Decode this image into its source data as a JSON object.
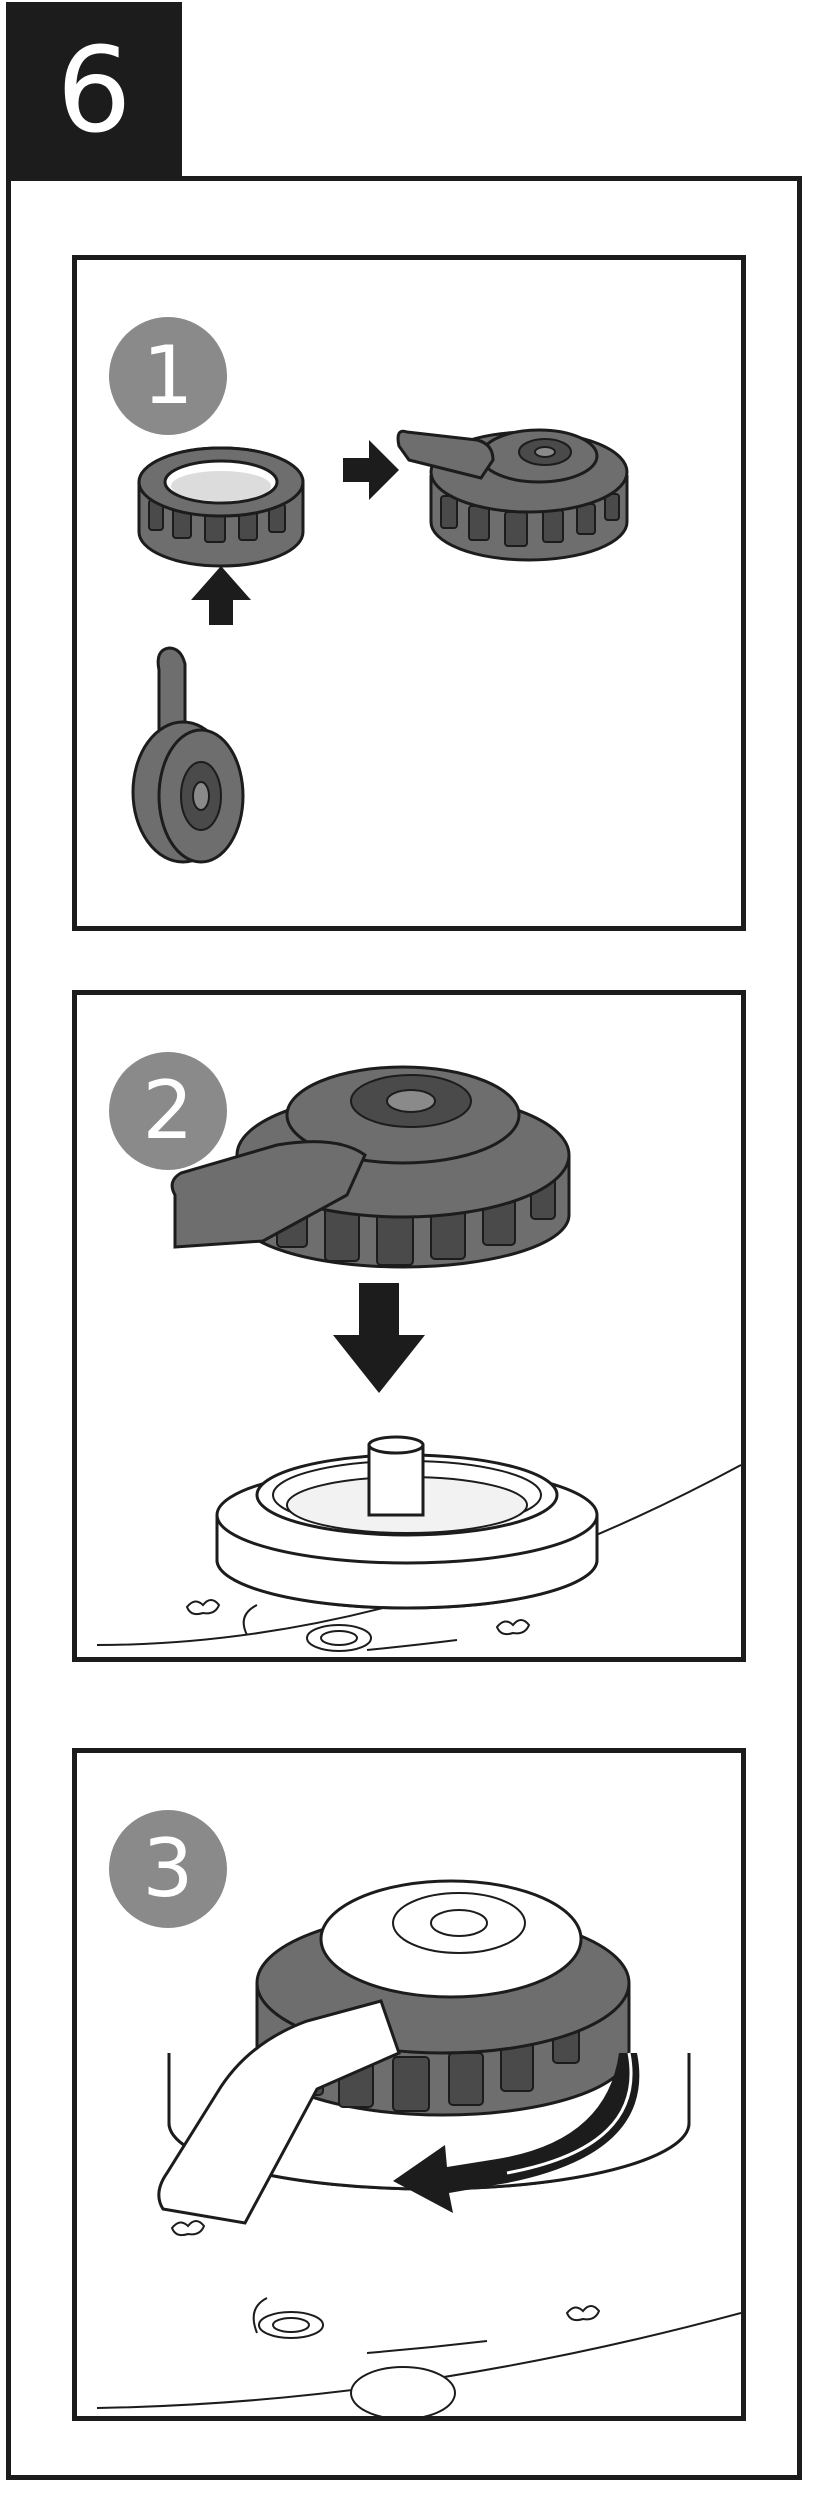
{
  "step": {
    "number": "6"
  },
  "panels": [
    {
      "number": "1"
    },
    {
      "number": "2"
    },
    {
      "number": "3"
    }
  ],
  "colors": {
    "frame": "#1c1c1c",
    "badge": "#8a8a8a",
    "part_dark": "#6e6e6e",
    "part_shadow": "#4a4a4a",
    "line": "#1c1c1c",
    "arrow": "#1c1c1c"
  },
  "icons": {
    "arrow_right": "arrow-right-icon",
    "arrow_up": "arrow-up-icon",
    "arrow_down": "arrow-down-icon",
    "arrow_rotate": "curved-arrow-icon",
    "steam_symbol": "steam-icon"
  }
}
